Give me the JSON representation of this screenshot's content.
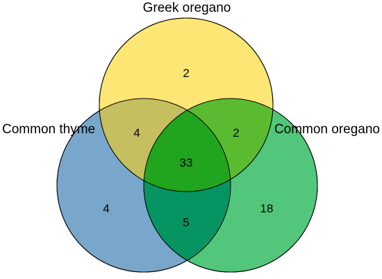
{
  "sets": {
    "greek_oregano": {
      "label": "Greek oregano",
      "color": "#fde569"
    },
    "common_thyme": {
      "label": "Common thyme",
      "color": "#4f8cbe"
    },
    "common_oregano": {
      "label": "Common oregano",
      "color": "#23ba48"
    }
  },
  "regions": {
    "greek_only": "2",
    "thyme_only": "4",
    "common_oregano_only": "18",
    "greek_thyme": "4",
    "greek_common_oregano": "2",
    "thyme_common_oregano": "5",
    "all_three": "33"
  }
}
